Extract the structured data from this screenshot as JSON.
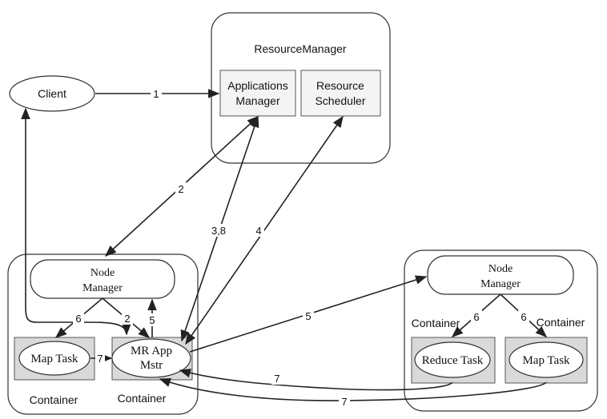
{
  "resource_manager": {
    "title": "ResourceManager",
    "applications_manager": [
      "Applications",
      "Manager"
    ],
    "resource_scheduler": [
      "Resource",
      "Scheduler"
    ]
  },
  "client": {
    "label": "Client"
  },
  "left_node": {
    "node_manager": [
      "Node",
      "Manager"
    ],
    "map_task": "Map Task",
    "mr_app_master": [
      "MR App",
      "Mstr"
    ],
    "container_left": "Container",
    "container_right": "Container"
  },
  "right_node": {
    "node_manager": [
      "Node",
      "Manager"
    ],
    "container_left": "Container",
    "container_right": "Container",
    "reduce_task": "Reduce Task",
    "map_task": "Map Task"
  },
  "edges": {
    "e1": "1",
    "e2a": "2",
    "e2b": "2",
    "e38": "3,8",
    "e4": "4",
    "e5a": "5",
    "e5b": "5",
    "e6a": "6",
    "e6b": "6",
    "e6c": "6",
    "e7a": "7",
    "e7b": "7",
    "e7c": "7"
  }
}
